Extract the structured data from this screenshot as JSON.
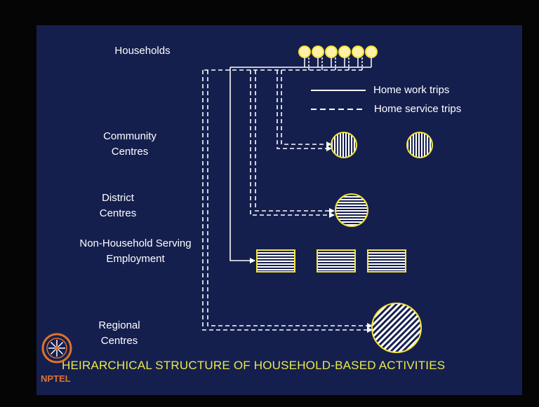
{
  "labels": {
    "households": "Households",
    "community": "Community Centres",
    "district": "District Centres",
    "non_household": "Non-Household Serving Employment",
    "regional": "Regional Centres"
  },
  "legend": {
    "work": "Home work trips",
    "service": "Home service trips"
  },
  "title": "HEIRARCHICAL STRUCTURE OF HOUSEHOLD-BASED ACTIVITIES",
  "logo_text": "NPTEL",
  "colors": {
    "background": "#151f4e",
    "node_fill": "#fff2a8",
    "node_stroke": "#f3e43a",
    "line": "#ffffff",
    "title": "#e9e94a",
    "logo": "#e0722c"
  }
}
